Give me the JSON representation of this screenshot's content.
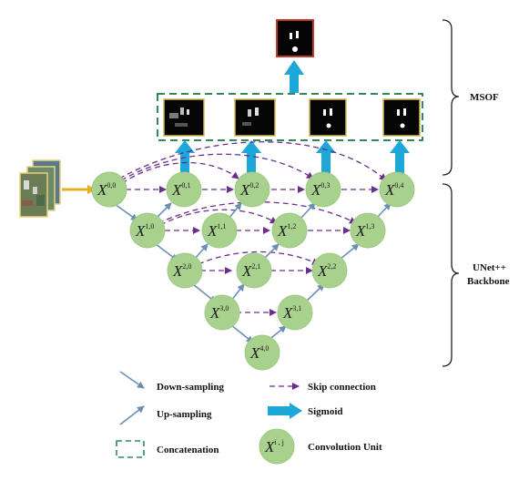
{
  "nodes": [
    {
      "id": "n00",
      "i": "0",
      "j": "0"
    },
    {
      "id": "n01",
      "i": "0",
      "j": "1"
    },
    {
      "id": "n02",
      "i": "0",
      "j": "2"
    },
    {
      "id": "n03",
      "i": "0",
      "j": "3"
    },
    {
      "id": "n04",
      "i": "0",
      "j": "4"
    },
    {
      "id": "n10",
      "i": "1",
      "j": "0"
    },
    {
      "id": "n11",
      "i": "1",
      "j": "1"
    },
    {
      "id": "n12",
      "i": "1",
      "j": "2"
    },
    {
      "id": "n13",
      "i": "1",
      "j": "3"
    },
    {
      "id": "n20",
      "i": "2",
      "j": "0"
    },
    {
      "id": "n21",
      "i": "2",
      "j": "1"
    },
    {
      "id": "n22",
      "i": "2",
      "j": "2"
    },
    {
      "id": "n30",
      "i": "3",
      "j": "0"
    },
    {
      "id": "n31",
      "i": "3",
      "j": "1"
    },
    {
      "id": "n40",
      "i": "4",
      "j": "0"
    }
  ],
  "braces": {
    "msof": "MSOF",
    "backbone_line1": "UNet++",
    "backbone_line2": "Backbone"
  },
  "legend": {
    "down": "Down-sampling",
    "up": "Up-sampling",
    "skip": "Skip connection",
    "sigmoid": "Sigmoid",
    "concat": "Concatenation",
    "conv": "Convolution Unit",
    "conv_symbol": "X",
    "conv_sup": "i , j"
  },
  "colors": {
    "node": "#a9d18e",
    "arrow": "#6b8fb5",
    "skip": "#6b2e8f",
    "sigmoid": "#1ea7d9",
    "concat": "#2e8b57",
    "input_arrow": "#e0b020",
    "output_border": "#c0392b",
    "thumb_border": "#d4b850"
  }
}
